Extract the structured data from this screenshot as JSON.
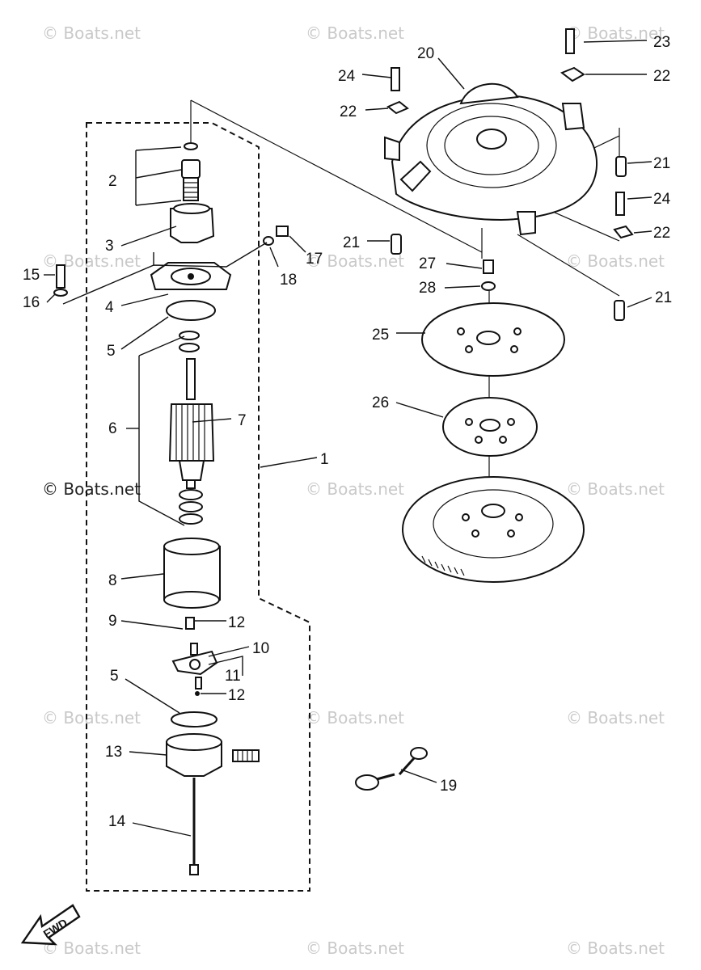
{
  "watermark": "© Boats.net",
  "fwd_label": "FWD",
  "labels": {
    "l1": "1",
    "l2": "2",
    "l3": "3",
    "l4": "4",
    "l5a": "5",
    "l5b": "5",
    "l6": "6",
    "l7": "7",
    "l8": "8",
    "l9": "9",
    "l10": "10",
    "l11": "11",
    "l12a": "12",
    "l12b": "12",
    "l13": "13",
    "l14": "14",
    "l15": "15",
    "l16": "16",
    "l17": "17",
    "l18": "18",
    "l19": "19",
    "l20": "20",
    "l21a": "21",
    "l21b": "21",
    "l21c": "21",
    "l22a": "22",
    "l22b": "22",
    "l22c": "22",
    "l23": "23",
    "l24a": "24",
    "l24b": "24",
    "l25": "25",
    "l26": "26",
    "l27": "27",
    "l28": "28"
  }
}
